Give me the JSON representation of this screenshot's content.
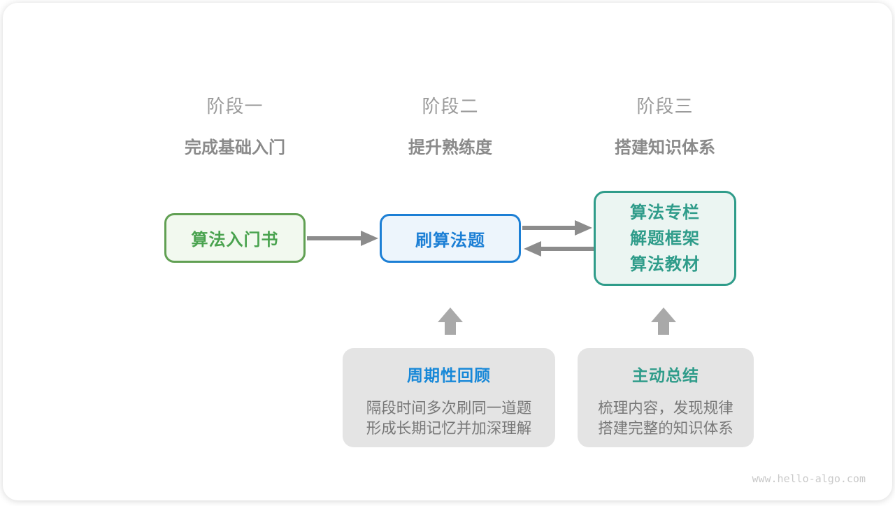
{
  "stages": [
    {
      "label": "阶段一",
      "subtitle": "完成基础入门"
    },
    {
      "label": "阶段二",
      "subtitle": "提升熟练度"
    },
    {
      "label": "阶段三",
      "subtitle": "搭建知识体系"
    }
  ],
  "flow": {
    "intro_book": "算法入门书",
    "practice": "刷算法题",
    "resources": [
      "算法专栏",
      "解题框架",
      "算法教材"
    ]
  },
  "notes": [
    {
      "title": "周期性回顾",
      "lines": [
        "隔段时间多次刷同一道题",
        "形成长期记忆并加深理解"
      ]
    },
    {
      "title": "主动总结",
      "lines": [
        "梳理内容，发现规律",
        "搭建完整的知识体系"
      ]
    }
  ],
  "watermark": "www.hello-algo.com",
  "icons": {
    "arrow-right-icon": "→",
    "arrow-left-icon": "←",
    "arrow-up-icon": "▲"
  },
  "colors": {
    "green-border": "#61a053",
    "green-bg": "#f2f9ef",
    "green-text": "#4aa34f",
    "blue-border": "#1c7fd5",
    "blue-bg": "#edf5fc",
    "blue-text": "#1c7fd5",
    "teal-border": "#2f9c8a",
    "teal-bg": "#ebf5f2",
    "teal-text": "#2f9c8a",
    "arrow": "#8c8c8c",
    "block-arrow": "#a9a9a9",
    "note-bg": "#e4e4e4",
    "note-body": "#787878",
    "note-title-blue": "#1788d8",
    "note-title-teal": "#2f9c8a",
    "stage-label": "#9b9b9b",
    "stage-subtitle": "#8a8a8a",
    "watermark": "#c9c9c9"
  }
}
